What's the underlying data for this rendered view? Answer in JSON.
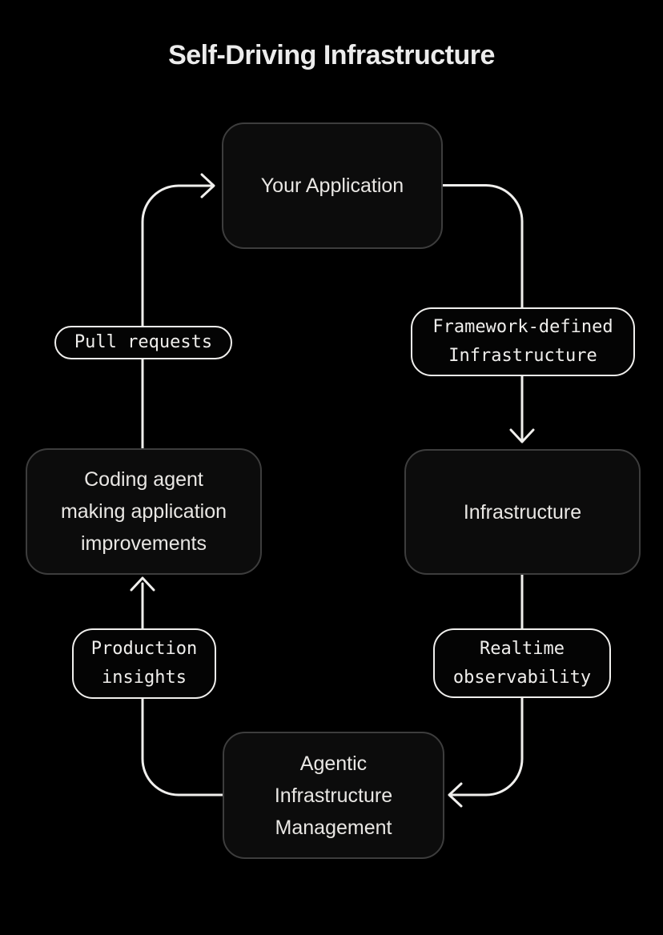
{
  "title": "Self-Driving Infrastructure",
  "nodes": {
    "app": "Your Application",
    "infrastructure": "Infrastructure",
    "agentic": [
      "Agentic",
      "Infrastructure",
      "Management"
    ],
    "coding": [
      "Coding agent",
      "making application",
      "improvements"
    ]
  },
  "edge_labels": {
    "framework": [
      "Framework-defined",
      "Infrastructure"
    ],
    "realtime": [
      "Realtime",
      "observability"
    ],
    "production": [
      "Production",
      "insights"
    ],
    "pull": "Pull requests"
  },
  "edges": [
    {
      "from": "Your Application",
      "label": "Framework-defined Infrastructure",
      "to": "Infrastructure"
    },
    {
      "from": "Infrastructure",
      "label": "Realtime observability",
      "to": "Agentic Infrastructure Management"
    },
    {
      "from": "Agentic Infrastructure Management",
      "label": "Production insights",
      "to": "Coding agent making application improvements"
    },
    {
      "from": "Coding agent making application improvements",
      "label": "Pull requests",
      "to": "Your Application"
    }
  ],
  "colors": {
    "background": "#000000",
    "node_fill": "#0c0c0c",
    "node_border": "#3d3d3d",
    "pill_border": "#f0efed",
    "connector": "#f0efed",
    "text": "#e9e7e4"
  }
}
